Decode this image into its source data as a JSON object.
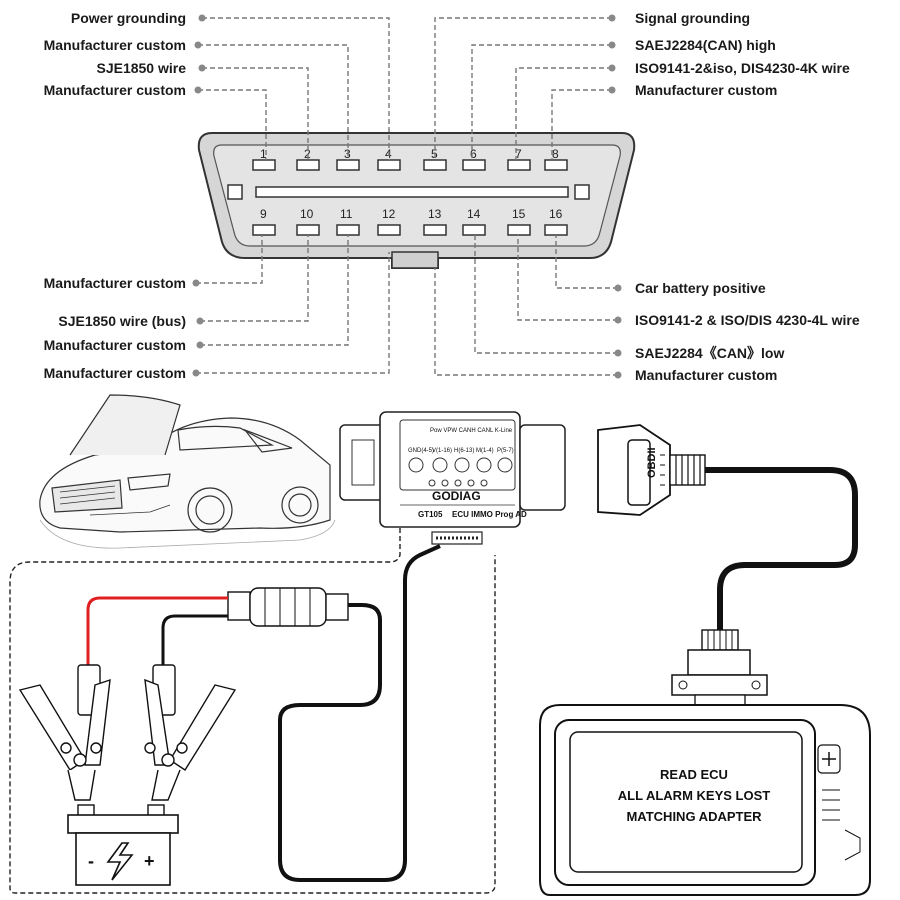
{
  "pinout": {
    "top_left": [
      {
        "label": "Power grounding",
        "pin": 4
      },
      {
        "label": "Manufacturer custom",
        "pin": 3
      },
      {
        "label": "SJE1850 wire",
        "pin": 2
      },
      {
        "label": "Manufacturer custom",
        "pin": 1
      }
    ],
    "top_right": [
      {
        "label": "Signal grounding",
        "pin": 5
      },
      {
        "label": "SAEJ2284(CAN) high",
        "pin": 6
      },
      {
        "label": "ISO9141-2&iso, DIS4230-4K wire",
        "pin": 7
      },
      {
        "label": "Manufacturer custom",
        "pin": 8
      }
    ],
    "bottom_left": [
      {
        "label": "Manufacturer custom",
        "pin": 9
      },
      {
        "label": "SJE1850 wire (bus)",
        "pin": 10
      },
      {
        "label": "Manufacturer custom",
        "pin": 11
      },
      {
        "label": "Manufacturer custom",
        "pin": 12
      }
    ],
    "bottom_right": [
      {
        "label": "Car battery positive",
        "pin": 16
      },
      {
        "label": "ISO9141-2 & ISO/DIS 4230-4L wire",
        "pin": 15
      },
      {
        "label": "SAEJ2284《CAN》low",
        "pin": 14
      },
      {
        "label": "Manufacturer custom",
        "pin": 13
      }
    ],
    "pin_numbers_top": [
      "1",
      "2",
      "3",
      "4",
      "5",
      "6",
      "7",
      "8"
    ],
    "pin_numbers_bottom": [
      "9",
      "10",
      "11",
      "12",
      "13",
      "14",
      "15",
      "16"
    ]
  },
  "adapter": {
    "brand": "GODIAG",
    "model": "GT105",
    "subtitle": "ECU IMMO Prog AD",
    "top_labels": "Pow VPW CANH CANL K-Line",
    "left_labels": [
      "GND(4-5)",
      "V(1-16)",
      "H(6-13)",
      "M(1-4)",
      "P(5-7)"
    ]
  },
  "cable_label": "OBDII",
  "battery": {
    "minus": "-",
    "plus": "+"
  },
  "device": {
    "screen_lines": [
      "READ ECU",
      "ALL ALARM KEYS LOST",
      "MATCHING ADAPTER"
    ]
  }
}
